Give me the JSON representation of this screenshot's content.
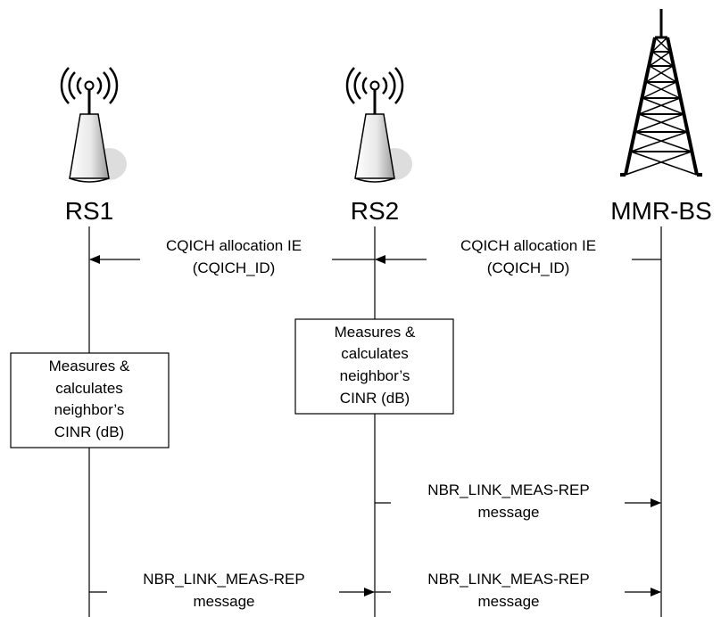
{
  "entities": {
    "rs1": "RS1",
    "rs2": "RS2",
    "bs": "MMR-BS"
  },
  "messages": {
    "cqich_rs2_to_rs1": {
      "line1": "CQICH allocation IE",
      "line2": "(CQICH_ID)"
    },
    "cqich_bs_to_rs2": {
      "line1": "CQICH allocation IE",
      "line2": "(CQICH_ID)"
    },
    "nbr_rs2_to_bs": {
      "line1": "NBR_LINK_MEAS-REP",
      "line2": "message"
    },
    "nbr_rs1_to_rs2": {
      "line1": "NBR_LINK_MEAS-REP",
      "line2": "message"
    },
    "nbr_rs2_to_bs_final": {
      "line1": "NBR_LINK_MEAS-REP",
      "line2": "message"
    }
  },
  "process_boxes": {
    "rs1": {
      "line1": "Measures &",
      "line2": "calculates",
      "line3": "neighbor’s",
      "line4": "CINR (dB)"
    },
    "rs2": {
      "line1": "Measures &",
      "line2": "calculates",
      "line3": "neighbor’s",
      "line4": "CINR (dB)"
    }
  },
  "icons": [
    "relay-station-antenna-icon",
    "relay-station-antenna-icon",
    "base-station-tower-icon"
  ]
}
